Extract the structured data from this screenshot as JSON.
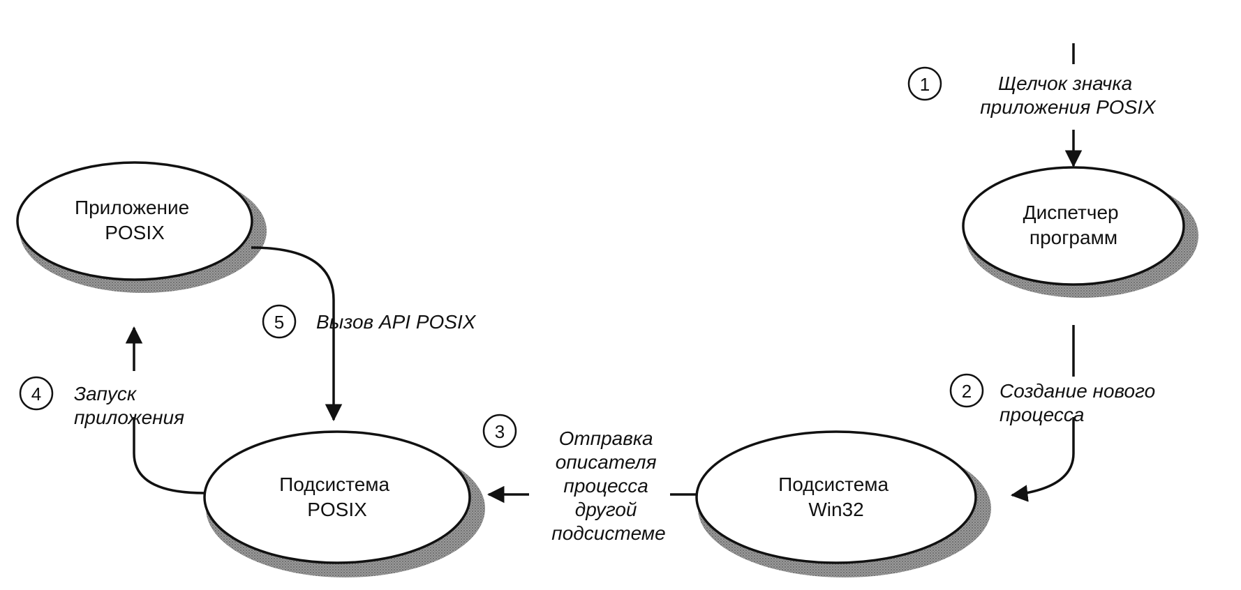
{
  "nodes": {
    "posix_app": {
      "lines": [
        "Приложение",
        "POSIX"
      ]
    },
    "program_manager": {
      "lines": [
        "Диспетчер",
        "программ"
      ]
    },
    "posix_subsystem": {
      "lines": [
        "Подсистема",
        "POSIX"
      ]
    },
    "win32_subsystem": {
      "lines": [
        "Подсистема",
        "Win32"
      ]
    }
  },
  "steps": [
    {
      "number": "1",
      "lines": [
        "Щелчок значка",
        "приложения POSIX"
      ]
    },
    {
      "number": "2",
      "lines": [
        "Создание нового",
        "процесса"
      ]
    },
    {
      "number": "3",
      "lines": [
        "Отправка",
        "описателя",
        "процесса",
        "другой",
        "подсистеме"
      ]
    },
    {
      "number": "4",
      "lines": [
        "Запуск",
        "приложения"
      ]
    },
    {
      "number": "5",
      "lines": [
        "Вызов API POSIX"
      ]
    }
  ]
}
